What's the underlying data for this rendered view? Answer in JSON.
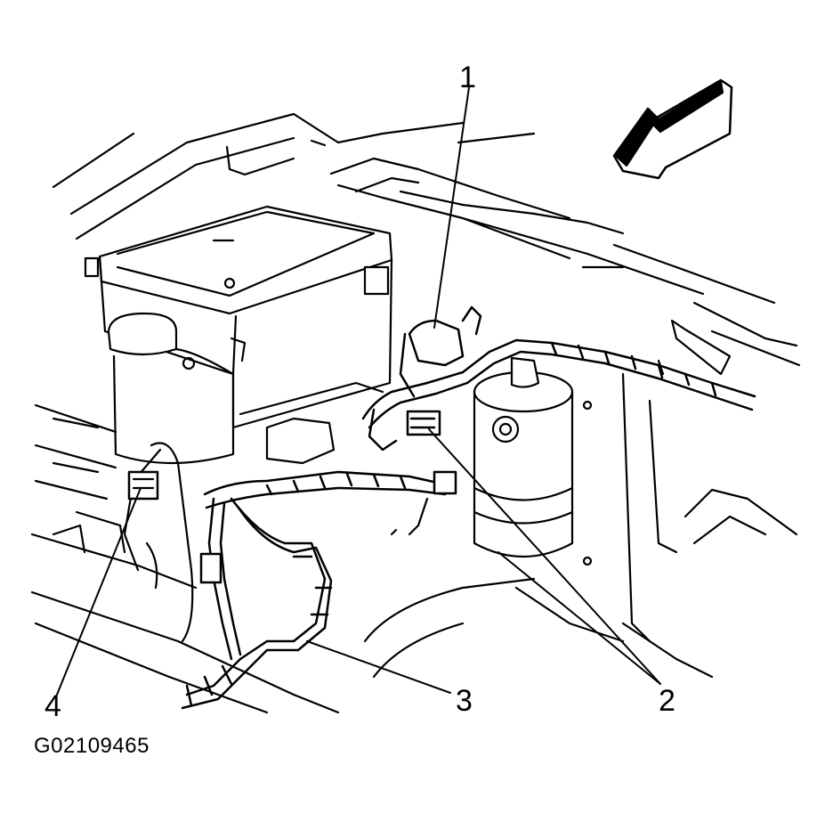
{
  "figure_id": "G02109465",
  "callouts": [
    {
      "label": "1"
    },
    {
      "label": "2"
    },
    {
      "label": "3"
    },
    {
      "label": "4"
    }
  ],
  "colors": {
    "ink": "#000000",
    "paper": "#ffffff"
  },
  "icons": [
    "direction-arrow-icon"
  ]
}
